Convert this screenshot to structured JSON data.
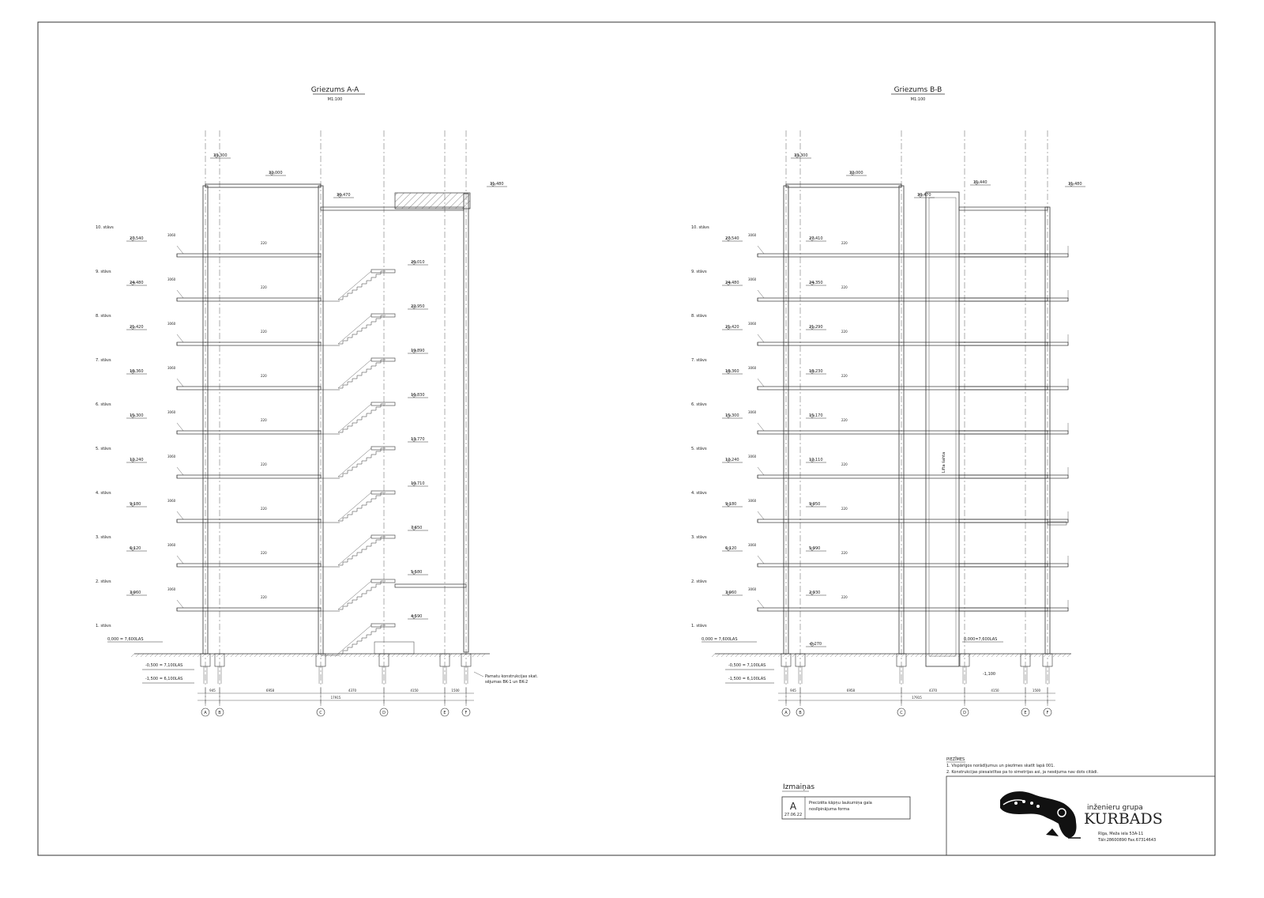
{
  "sectionA": {
    "title": "Griezums A-A",
    "scale": "M1:100",
    "levels_left": [
      "27,540",
      "24,480",
      "21,420",
      "18,360",
      "15,300",
      "12,240",
      "9,180",
      "6,120",
      "3,060"
    ],
    "ground": "0,000 = 7,600LAS",
    "below1": "-0,500 = 7,100LAS",
    "below2": "-1,500 = 6,100LAS",
    "roof_top": "33,300",
    "roof_a": "32,000",
    "roof_b": "30,470",
    "roof_c": "31,480",
    "stair_levels": [
      "26,010",
      "22,950",
      "19,890",
      "16,830",
      "13,770",
      "10,710",
      "7,650",
      "5,580",
      "4,590"
    ],
    "note": [
      "Pamatu konstrukcijas skat.",
      "sējumas BK-1 un BK-2"
    ],
    "dims": [
      "945",
      "6958",
      "4370",
      "4150",
      "1500"
    ],
    "total": "17915",
    "axes": [
      "A",
      "B",
      "C",
      "D",
      "E",
      "F"
    ]
  },
  "sectionB": {
    "title": "Griezums B-B",
    "scale": "M1:100",
    "levels_left": [
      "27,540",
      "24,480",
      "21,420",
      "18,360",
      "15,300",
      "12,240",
      "9,180",
      "6,120",
      "3,060"
    ],
    "levels_mid": [
      "27,410",
      "24,350",
      "21,290",
      "18,230",
      "15,170",
      "12,110",
      "9,050",
      "5,990",
      "2,930"
    ],
    "ground": "0,000 = 7,600LAS",
    "below1": "-0,500 = 7,100LAS",
    "below2": "-1,500 = 6,100LAS",
    "roof_top": "33,300",
    "roof_a": "32,000",
    "roof_b": "30,470",
    "roof_c": "31,440",
    "roof_d": "31,480",
    "pit1": "-0,270",
    "pit2": "0,000=7,600LAS",
    "pit3": "-1,100",
    "shaft": "Lifta šahta",
    "dims": [
      "945",
      "6958",
      "4370",
      "4150",
      "1500"
    ],
    "total": "17915",
    "axes": [
      "A",
      "B",
      "C",
      "D",
      "E",
      "F"
    ]
  },
  "floors": [
    "10. stāvs",
    "9. stāvs",
    "8. stāvs",
    "7. stāvs",
    "6. stāvs",
    "5. stāvs",
    "4. stāvs",
    "3. stāvs",
    "2. stāvs",
    "1. stāvs"
  ],
  "notes": {
    "heading": "PIEZĪMES",
    "lines": [
      "1. Vispārīgos norādījumus un piezīmes skatīt lapā 001.",
      "2. Konstrukcijas piesaistītas pa to simetrijas asi, ja nesējuma nav dots citādi."
    ]
  },
  "revisions": {
    "heading": "Izmaiņas",
    "letter": "A",
    "date": "27.06.22",
    "text": [
      "Precizēta kāpņu laukumiņa gala",
      "noslīpinājuma forma"
    ]
  },
  "company": {
    "prefix": "inženieru grupa",
    "name": "KURBADS",
    "address": "Rīga, Meža iela 53A-11",
    "phone": "Tālr.28600890 Fax.67314643"
  }
}
